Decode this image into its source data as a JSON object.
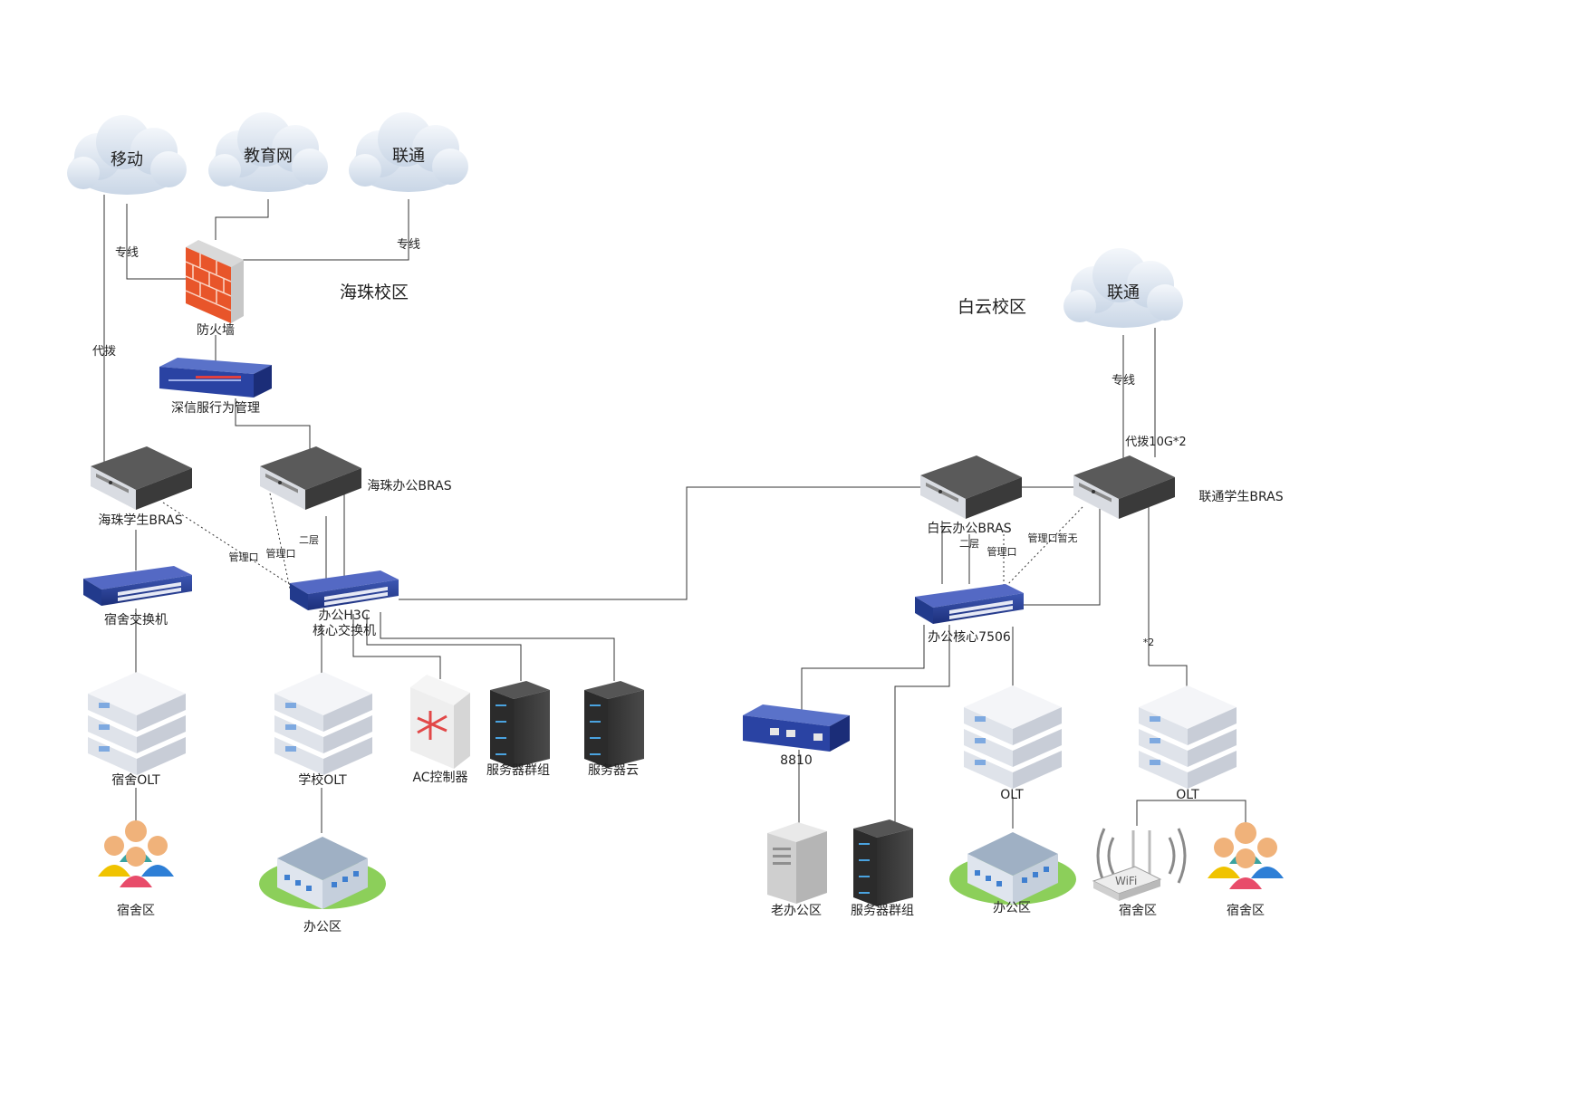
{
  "clouds": {
    "mobile": "移动",
    "edu_net": "教育网",
    "unicom_hz": "联通",
    "unicom_by": "联通"
  },
  "campus": {
    "haizhu": "海珠校区",
    "baiyun": "白云校区"
  },
  "devices": {
    "firewall": "防火墙",
    "sangfor": "深信服行为管理",
    "hz_student_bras": "海珠学生BRAS",
    "hz_office_bras": "海珠办公BRAS",
    "dorm_switch": "宿舍交换机",
    "office_h3c_line1": "办公H3C",
    "office_h3c_line2": "核心交换机",
    "dorm_olt": "宿舍OLT",
    "school_olt": "学校OLT",
    "ac": "AC控制器",
    "server_group_hz": "服务器群组",
    "server_cloud": "服务器云",
    "dorm_area_hz": "宿舍区",
    "office_area_hz": "办公区",
    "by_office_bras": "白云办公BRAS",
    "unicom_student_bras": "联通学生BRAS",
    "office_core": "办公核心7506",
    "dev_8810": "8810",
    "old_office": "老办公区",
    "server_group_by": "服务器群组",
    "olt_by_1": "OLT",
    "olt_by_2": "OLT",
    "office_area_by": "办公区",
    "dorm_area_by_wifi": "宿舍区",
    "dorm_area_by": "宿舍区"
  },
  "links": {
    "leased_1": "专线",
    "leased_2": "专线",
    "leased_3": "专线",
    "dial": "代拨",
    "dial_10g": "代拨10G*2",
    "mgmt_1": "管理口",
    "mgmt_2": "管理口",
    "mgmt_3": "管理口",
    "mgmt_pending": "管理口暂无",
    "layer2_1": "二层",
    "layer2_2": "二层",
    "x2": "*2"
  }
}
